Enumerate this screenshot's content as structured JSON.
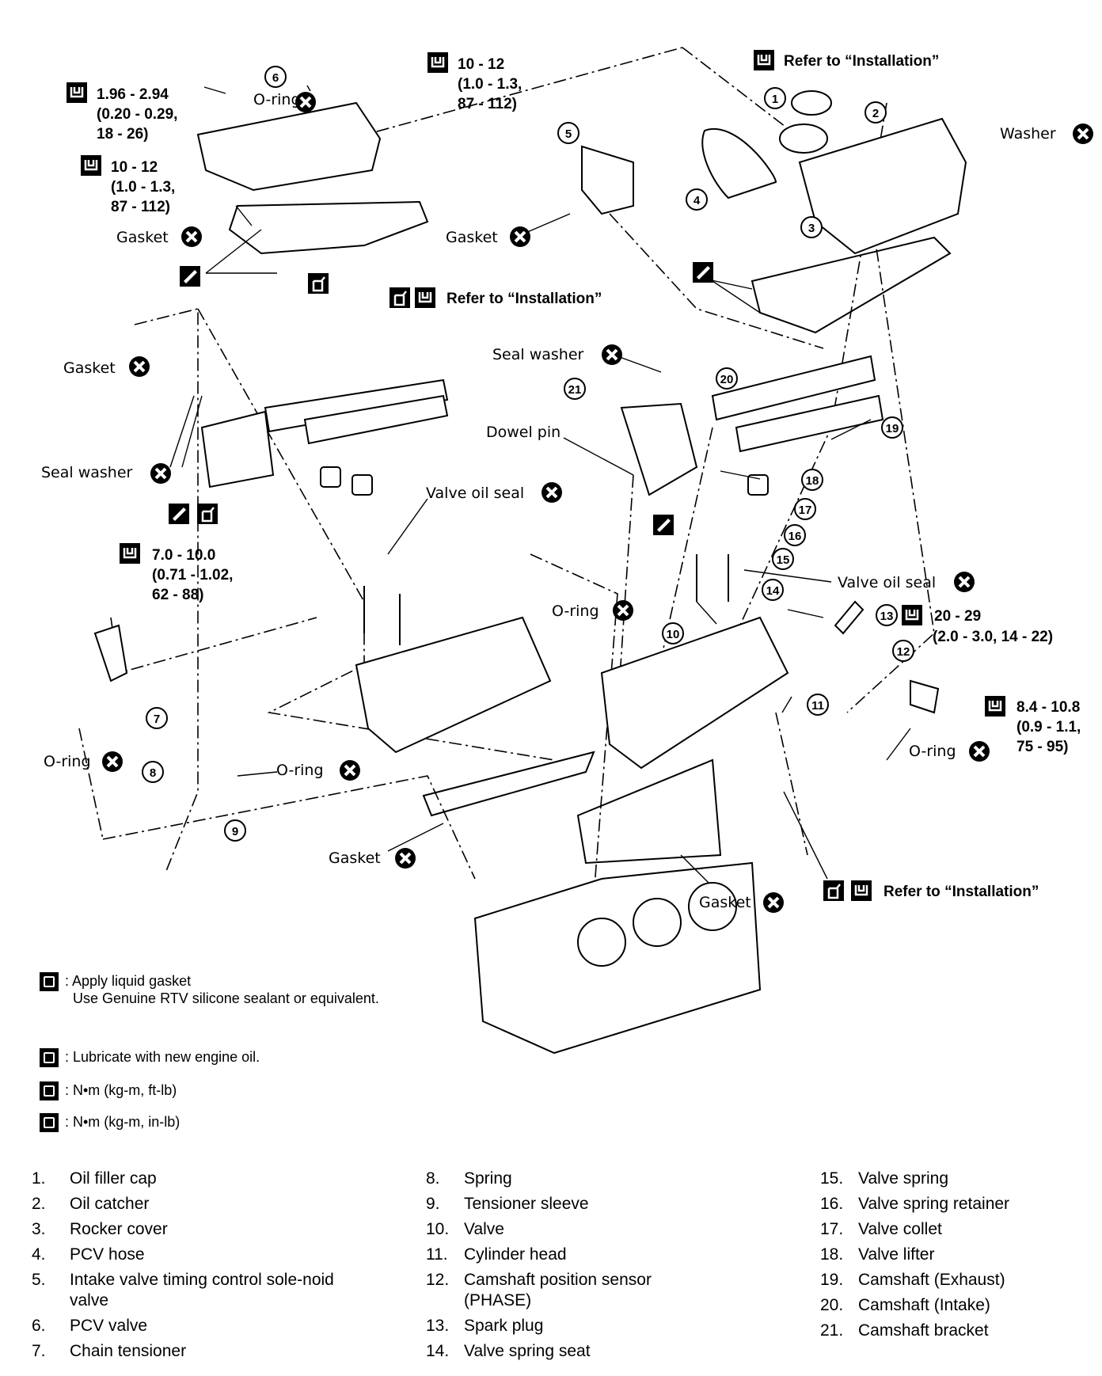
{
  "callouts": {
    "pcv_torque": [
      "1.96 - 2.94",
      "(0.20 - 0.29,",
      "18 - 26)"
    ],
    "top_left_torque": [
      "10 - 12",
      "(1.0 - 1.3,",
      "87 - 112)"
    ],
    "top_center_torque": [
      "10 - 12",
      "(1.0 - 1.3,",
      "87 - 112)"
    ],
    "refer_top_right": "Refer to “Installation”",
    "refer_middle": "Refer to “Installation”",
    "refer_bottom": "Refer to “Installation”",
    "tensioner_torque": [
      "7.0 - 10.0",
      "(0.71 - 1.02,",
      "62 - 88)"
    ],
    "spark_torque": [
      "20 - 29",
      "(2.0 - 3.0, 14 - 22)"
    ],
    "sensor_torque": [
      "8.4 - 10.8",
      "(0.9 - 1.1,",
      "75 - 95)"
    ]
  },
  "labels": {
    "oring_1": "O-ring",
    "washer": "Washer",
    "gasket_1": "Gasket",
    "gasket_2": "Gasket",
    "gasket_3": "Gasket",
    "seal_washer_1": "Seal washer",
    "seal_washer_2": "Seal washer",
    "dowel_pin": "Dowel pin",
    "valve_oil_seal_1": "Valve oil seal",
    "valve_oil_seal_2": "Valve oil seal",
    "oring_2": "O-ring",
    "oring_3": "O-ring",
    "oring_4": "O-ring",
    "oring_5": "O-ring",
    "gasket_4": "Gasket",
    "gasket_5": "Gasket"
  },
  "part_numbers": [
    "1",
    "2",
    "3",
    "4",
    "5",
    "6",
    "7",
    "8",
    "9",
    "10",
    "11",
    "12",
    "13",
    "14",
    "15",
    "16",
    "17",
    "18",
    "19",
    "20",
    "21"
  ],
  "legend": {
    "liquid_gasket_1": ": Apply liquid gasket",
    "liquid_gasket_2": "Use Genuine RTV silicone sealant or equivalent.",
    "lubricate": ": Lubricate with new engine oil.",
    "torque_ft": ": N•m (kg-m, ft-lb)",
    "torque_in": ": N•m (kg-m, in-lb)"
  },
  "parts": {
    "col1": [
      {
        "n": "1.",
        "t": "Oil filler cap"
      },
      {
        "n": "2.",
        "t": "Oil catcher"
      },
      {
        "n": "3.",
        "t": "Rocker cover"
      },
      {
        "n": "4.",
        "t": "PCV hose"
      },
      {
        "n": "5.",
        "t": "Intake valve timing control sole-noid valve"
      },
      {
        "n": "6.",
        "t": "PCV valve"
      },
      {
        "n": "7.",
        "t": "Chain tensioner"
      }
    ],
    "col2": [
      {
        "n": "8.",
        "t": "Spring"
      },
      {
        "n": "9.",
        "t": "Tensioner sleeve"
      },
      {
        "n": "10.",
        "t": "Valve"
      },
      {
        "n": "11.",
        "t": "Cylinder head"
      },
      {
        "n": "12.",
        "t": "Camshaft position sensor (PHASE)"
      },
      {
        "n": "13.",
        "t": "Spark plug"
      },
      {
        "n": "14.",
        "t": "Valve spring seat"
      }
    ],
    "col3": [
      {
        "n": "15.",
        "t": "Valve spring"
      },
      {
        "n": "16.",
        "t": "Valve spring retainer"
      },
      {
        "n": "17.",
        "t": "Valve collet"
      },
      {
        "n": "18.",
        "t": "Valve lifter"
      },
      {
        "n": "19.",
        "t": "Camshaft (Exhaust)"
      },
      {
        "n": "20.",
        "t": "Camshaft (Intake)"
      },
      {
        "n": "21.",
        "t": "Camshaft bracket"
      }
    ]
  }
}
